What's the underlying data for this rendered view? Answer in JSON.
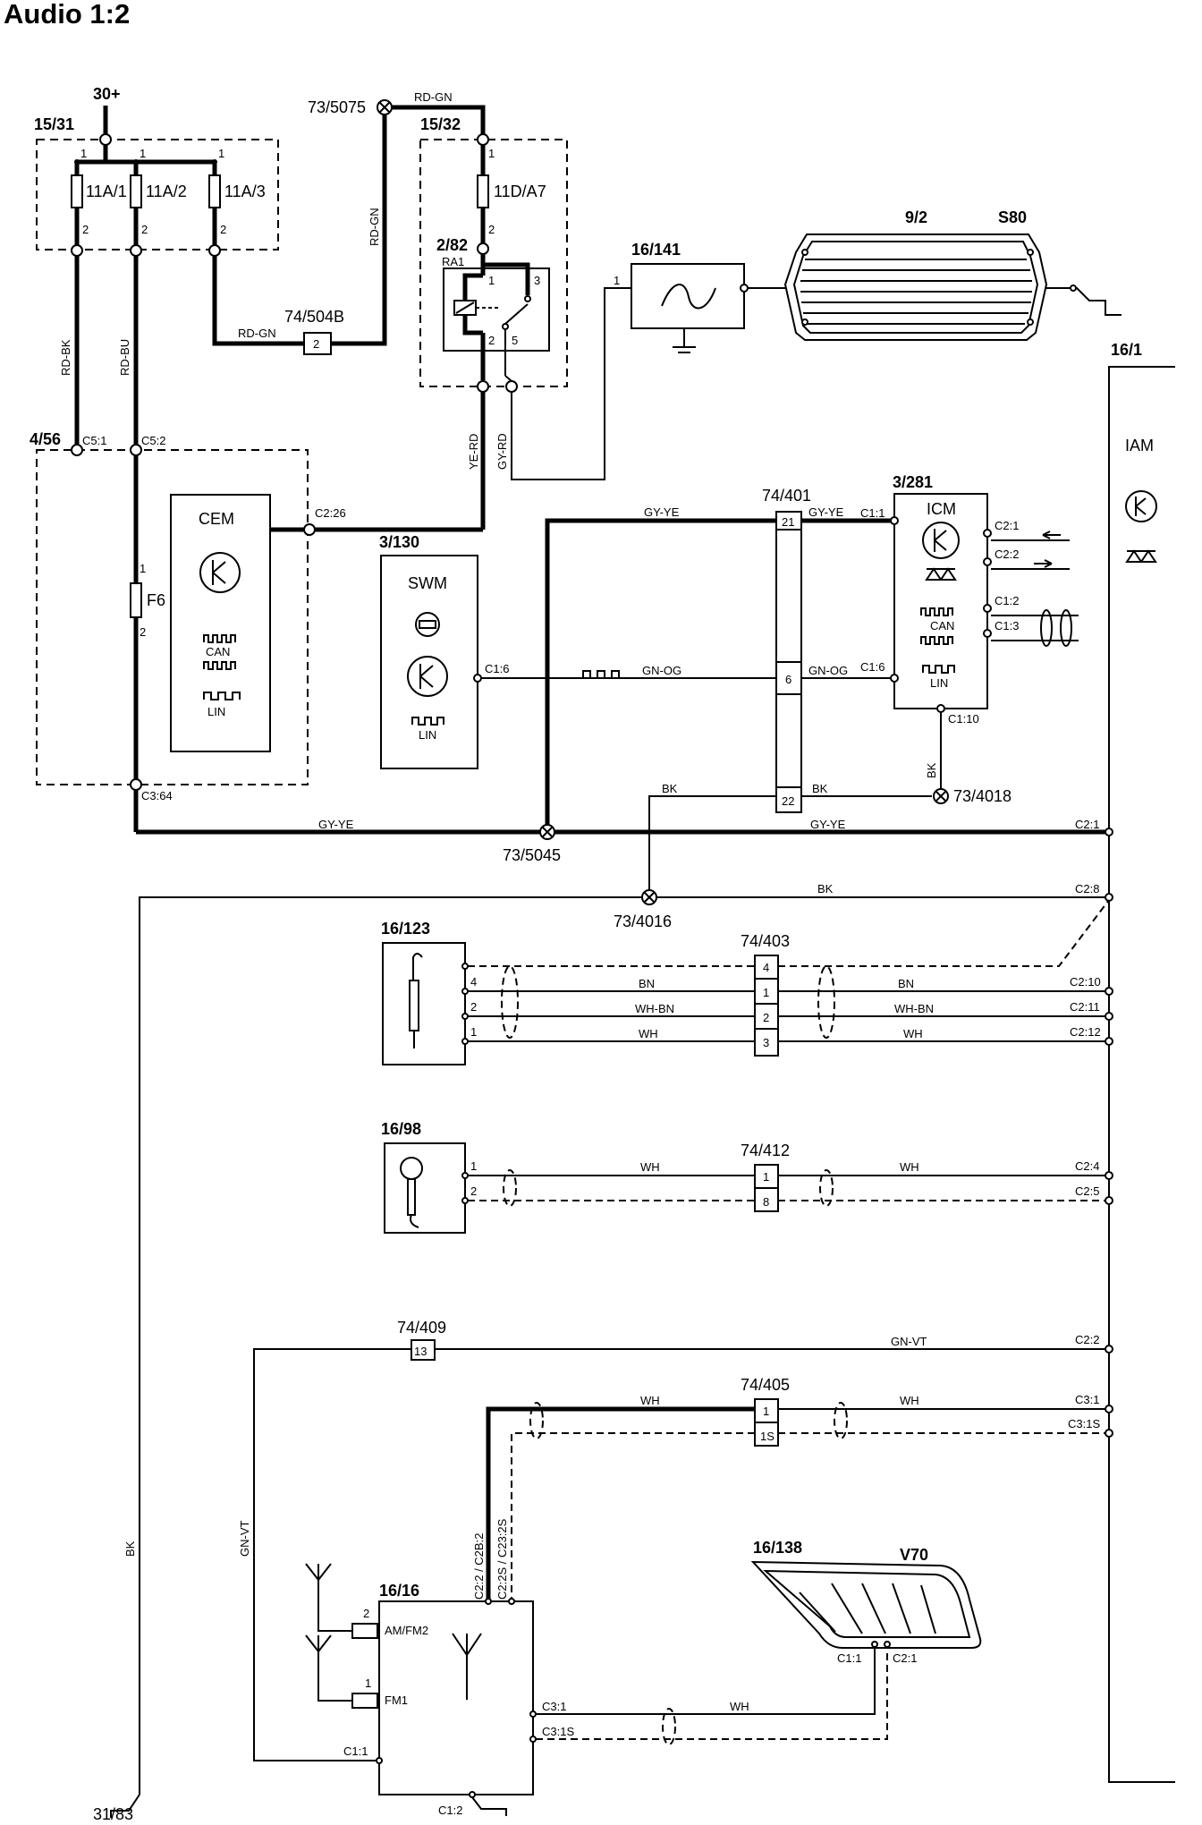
{
  "title": "Audio 1:2",
  "power": {
    "supply": "30+",
    "fusebox_id": "15/31",
    "fuses": [
      "11A/1",
      "11A/2",
      "11A/3"
    ],
    "relaybox_id": "15/32",
    "relay_fuse": "11D/A7",
    "relay_id": "2/82",
    "relay_label": "RA1",
    "ground_point": "73/5075",
    "splice_504b": "74/504B"
  },
  "pins": {
    "one": "1",
    "two": "2",
    "three": "3",
    "four": "4",
    "five": "5",
    "six": "6",
    "eight": "8",
    "thirteen": "13",
    "twentyone": "21",
    "twentytwo": "22",
    "one_s": "1S"
  },
  "wires": {
    "rd_gn": "RD-GN",
    "rd_bk": "RD-BK",
    "rd_bu": "RD-BU",
    "ye_rd": "YE-RD",
    "gy_rd": "GY-RD",
    "gy_ye": "GY-YE",
    "gn_og": "GN-OG",
    "bk": "BK",
    "bn": "BN",
    "wh_bn": "WH-BN",
    "wh": "WH",
    "gn_vt": "GN-VT"
  },
  "cem": {
    "id": "4/56",
    "label": "CEM",
    "fuse": "F6",
    "can": "CAN",
    "lin": "LIN",
    "c5_1": "C5:1",
    "c5_2": "C5:2",
    "c2_26": "C2:26",
    "c3_64": "C3:64"
  },
  "swm": {
    "id": "3/130",
    "label": "SWM",
    "lin": "LIN",
    "c1_6": "C1:6"
  },
  "icm": {
    "id": "3/281",
    "label": "ICM",
    "can": "CAN",
    "lin": "LIN",
    "c1_1": "C1:1",
    "c1_6": "C1:6",
    "c1_10": "C1:10",
    "c2_1": "C2:1",
    "c2_2": "C2:2",
    "c1_2": "C1:2",
    "c1_3": "C1:3"
  },
  "filter": {
    "id": "16/141"
  },
  "rear_window": {
    "id": "9/2",
    "model": "S80"
  },
  "iam": {
    "id": "16/1",
    "label": "IAM",
    "c2_1": "C2:1",
    "c2_8": "C2:8",
    "c2_10": "C2:10",
    "c2_11": "C2:11",
    "c2_12": "C2:12",
    "c2_4": "C2:4",
    "c2_5": "C2:5",
    "c2_2": "C2:2",
    "c3_1": "C3:1",
    "c3_1s": "C3:1S"
  },
  "splices": {
    "s401": "74/401",
    "s403": "74/403",
    "s412": "74/412",
    "s409": "74/409",
    "s405": "74/405"
  },
  "grounds": {
    "g4018": "73/4018",
    "g5045": "73/5045",
    "g4016": "73/4016",
    "g3183": "31/83"
  },
  "aux_input": {
    "id": "16/123"
  },
  "microphone": {
    "id": "16/98"
  },
  "antenna_amp": {
    "id": "16/16",
    "am_fm2": "AM/FM2",
    "fm1": "FM1",
    "c1_1": "C1:1",
    "c1_2": "C1:2",
    "c3_1": "C3:1",
    "c3_1s": "C3:1S",
    "c2_2": "C2:2 / C2B:2",
    "c2_2s": "C2:2S / C23:2S"
  },
  "side_window": {
    "id": "16/138",
    "model": "V70",
    "c1_1": "C1:1",
    "c2_1": "C2:1"
  }
}
